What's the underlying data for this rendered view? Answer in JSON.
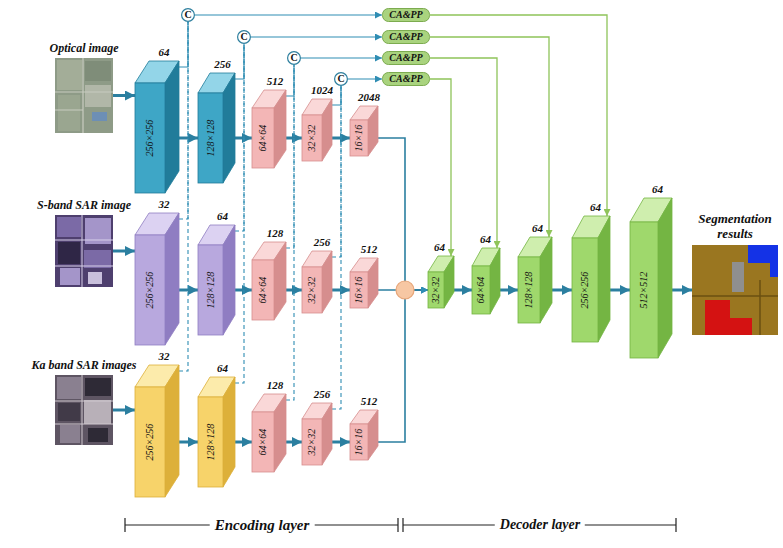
{
  "diagram": {
    "nodes": [
      {
        "text": [
          "Optical image"
        ]
      },
      {
        "text": [
          "S-band SAR image"
        ]
      },
      {
        "text": [
          "Ka band SAR images"
        ]
      },
      {
        "text": [
          "64",
          "256×256"
        ]
      },
      {
        "text": [
          "256",
          "128×128"
        ]
      },
      {
        "text": [
          "512",
          "64×64"
        ]
      },
      {
        "text": [
          "1024",
          "32×32"
        ]
      },
      {
        "text": [
          "2048",
          "16×16"
        ]
      },
      {
        "text": [
          "32",
          "256×256"
        ]
      },
      {
        "text": [
          "64",
          "128×128"
        ]
      },
      {
        "text": [
          "128",
          "64×64"
        ]
      },
      {
        "text": [
          "256",
          "32×32"
        ]
      },
      {
        "text": [
          "512",
          "16×16"
        ]
      },
      {
        "text": [
          "32",
          "256×256"
        ]
      },
      {
        "text": [
          "64",
          "128×128"
        ]
      },
      {
        "text": [
          "128",
          "64×64"
        ]
      },
      {
        "text": [
          "256",
          "32×32"
        ]
      },
      {
        "text": [
          "512",
          "16×16"
        ]
      },
      {
        "text": [
          "C"
        ]
      },
      {
        "text": [
          "C"
        ]
      },
      {
        "text": [
          "C"
        ]
      },
      {
        "text": [
          "C"
        ]
      },
      {
        "text": [
          "CA&PP"
        ]
      },
      {
        "text": [
          "CA&PP"
        ]
      },
      {
        "text": [
          "CA&PP"
        ]
      },
      {
        "text": [
          "CA&PP"
        ]
      },
      {
        "text": [
          "64",
          "32×32"
        ]
      },
      {
        "text": [
          "64",
          "64×64"
        ]
      },
      {
        "text": [
          "64",
          "128×128"
        ]
      },
      {
        "text": [
          "64",
          "256×256"
        ]
      },
      {
        "text": [
          "64",
          "512×512"
        ]
      },
      {
        "text": [
          "Segmentation results"
        ]
      }
    ],
    "edges": [
      {
        "from": 0,
        "to": 3,
        "arrow": "to"
      },
      {
        "from": 1,
        "to": 8,
        "arrow": "to"
      },
      {
        "from": 2,
        "to": 13,
        "arrow": "to"
      },
      {
        "from": 3,
        "to": 4,
        "arrow": "to"
      },
      {
        "from": 4,
        "to": 5,
        "arrow": "to"
      },
      {
        "from": 5,
        "to": 6,
        "arrow": "to"
      },
      {
        "from": 6,
        "to": 7,
        "arrow": "to"
      },
      {
        "from": 8,
        "to": 9,
        "arrow": "to"
      },
      {
        "from": 9,
        "to": 10,
        "arrow": "to"
      },
      {
        "from": 10,
        "to": 11,
        "arrow": "to"
      },
      {
        "from": 11,
        "to": 12,
        "arrow": "to"
      },
      {
        "from": 13,
        "to": 14,
        "arrow": "to"
      },
      {
        "from": 14,
        "to": 15,
        "arrow": "to"
      },
      {
        "from": 15,
        "to": 16,
        "arrow": "to"
      },
      {
        "from": 16,
        "to": 17,
        "arrow": "to"
      },
      {
        "from": 3,
        "to": 18,
        "arrow": "none"
      },
      {
        "from": 8,
        "to": 18,
        "arrow": "none"
      },
      {
        "from": 13,
        "to": 18,
        "arrow": "none"
      },
      {
        "from": 4,
        "to": 19,
        "arrow": "none"
      },
      {
        "from": 9,
        "to": 19,
        "arrow": "none"
      },
      {
        "from": 14,
        "to": 19,
        "arrow": "none"
      },
      {
        "from": 5,
        "to": 20,
        "arrow": "none"
      },
      {
        "from": 10,
        "to": 20,
        "arrow": "none"
      },
      {
        "from": 15,
        "to": 20,
        "arrow": "none"
      },
      {
        "from": 6,
        "to": 21,
        "arrow": "none"
      },
      {
        "from": 11,
        "to": 21,
        "arrow": "none"
      },
      {
        "from": 16,
        "to": 21,
        "arrow": "none"
      },
      {
        "from": 18,
        "to": 22,
        "arrow": "to"
      },
      {
        "from": 19,
        "to": 23,
        "arrow": "to"
      },
      {
        "from": 20,
        "to": 24,
        "arrow": "to"
      },
      {
        "from": 21,
        "to": 25,
        "arrow": "to"
      },
      {
        "from": 22,
        "to": 29,
        "arrow": "to"
      },
      {
        "from": 23,
        "to": 28,
        "arrow": "to"
      },
      {
        "from": 24,
        "to": 27,
        "arrow": "to"
      },
      {
        "from": 25,
        "to": 26,
        "arrow": "to"
      },
      {
        "from": 7,
        "to": 26,
        "arrow": "to"
      },
      {
        "from": 12,
        "to": 26,
        "arrow": "to"
      },
      {
        "from": 17,
        "to": 26,
        "arrow": "to"
      },
      {
        "from": 26,
        "to": 27,
        "arrow": "to"
      },
      {
        "from": 27,
        "to": 28,
        "arrow": "to"
      },
      {
        "from": 28,
        "to": 29,
        "arrow": "to"
      },
      {
        "from": 29,
        "to": 30,
        "arrow": "to"
      },
      {
        "from": 30,
        "to": 31,
        "arrow": "to"
      }
    ],
    "labels": [
      "Encoding layer",
      "Decoder layer"
    ]
  }
}
